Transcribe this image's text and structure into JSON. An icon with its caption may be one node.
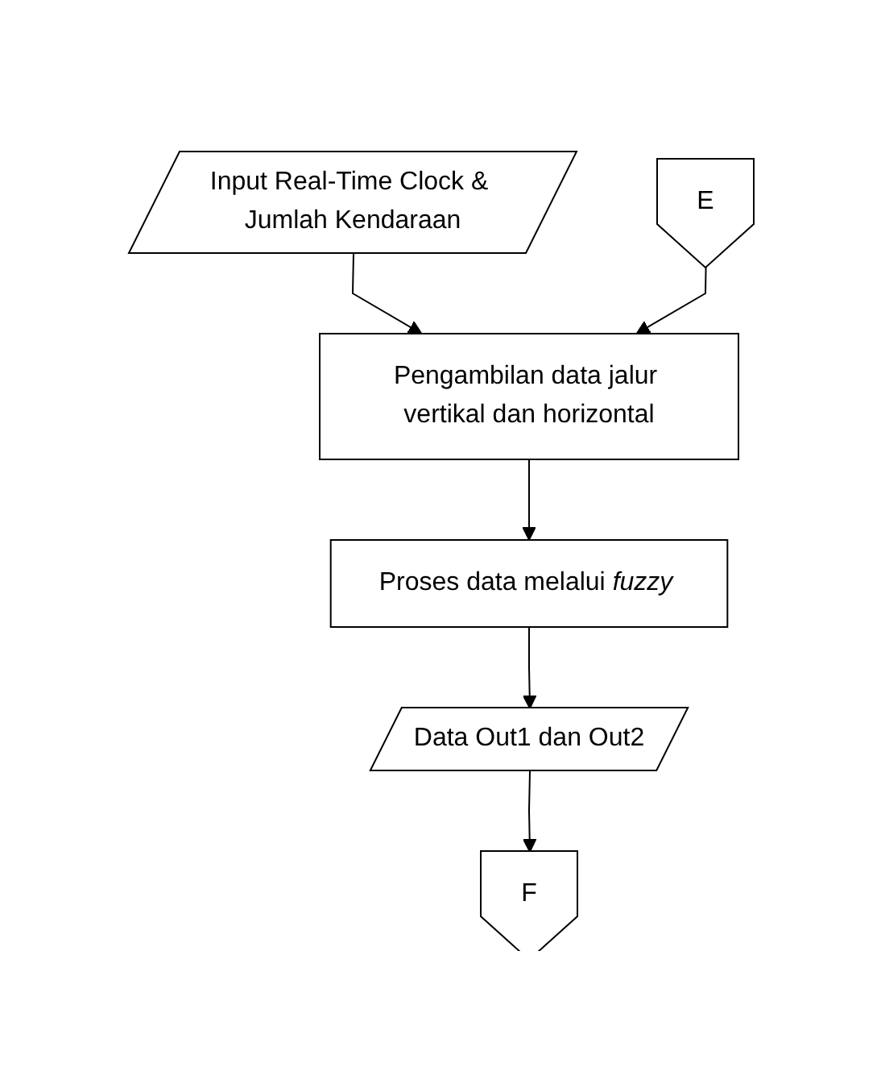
{
  "diagram": {
    "nodes": [
      {
        "text": [
          "Input Real-Time Clock & Jumlah Kendaraan"
        ]
      },
      {
        "text": [
          "E"
        ]
      },
      {
        "text": [
          "Pengambilan data jalur vertikal dan horizontal"
        ]
      },
      {
        "text": [
          "Proses data melalui *fuzzy*"
        ]
      },
      {
        "text": [
          "Data Out1 dan Out2"
        ]
      },
      {
        "text": [
          "F"
        ]
      }
    ],
    "edges": [
      {
        "from": 0,
        "to": 2,
        "arrow": "to"
      },
      {
        "from": 1,
        "to": 2,
        "arrow": "to"
      },
      {
        "from": 2,
        "to": 3,
        "arrow": "to"
      },
      {
        "from": 3,
        "to": 4,
        "arrow": "to"
      },
      {
        "from": 4,
        "to": 5,
        "arrow": "to"
      }
    ]
  }
}
